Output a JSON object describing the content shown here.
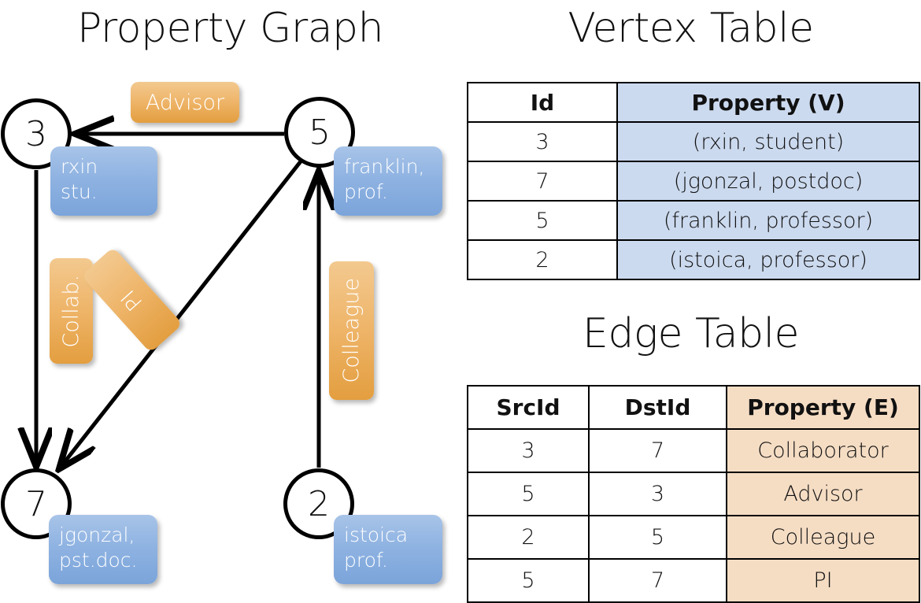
{
  "panels": {
    "graph_title": "Property Graph",
    "vertex_title": "Vertex Table",
    "edge_title": "Edge Table"
  },
  "graph": {
    "nodes": [
      {
        "id": "3",
        "property_line1": "rxin",
        "property_line2": "stu."
      },
      {
        "id": "5",
        "property_line1": "franklin,",
        "property_line2": "prof."
      },
      {
        "id": "7",
        "property_line1": "jgonzal,",
        "property_line2": "pst.doc."
      },
      {
        "id": "2",
        "property_line1": "istoica",
        "property_line2": "prof."
      }
    ],
    "edge_labels": {
      "advisor": "Advisor",
      "collab": "Collab.",
      "pi": "PI",
      "colleague": "Colleague"
    },
    "edges": [
      {
        "from": "5",
        "to": "3",
        "label": "Advisor"
      },
      {
        "from": "3",
        "to": "7",
        "label": "Collab."
      },
      {
        "from": "5",
        "to": "7",
        "label": "PI"
      },
      {
        "from": "2",
        "to": "5",
        "label": "Colleague"
      }
    ]
  },
  "vertex_table": {
    "headers": [
      "Id",
      "Property (V)"
    ],
    "rows": [
      {
        "id": "3",
        "property": "(rxin, student)"
      },
      {
        "id": "7",
        "property": "(jgonzal, postdoc)"
      },
      {
        "id": "5",
        "property": "(franklin, professor)"
      },
      {
        "id": "2",
        "property": "(istoica, professor)"
      }
    ]
  },
  "edge_table": {
    "headers": [
      "SrcId",
      "DstId",
      "Property (E)"
    ],
    "rows": [
      {
        "src": "3",
        "dst": "7",
        "property": "Collaborator"
      },
      {
        "src": "5",
        "dst": "3",
        "property": "Advisor"
      },
      {
        "src": "2",
        "dst": "5",
        "property": "Colleague"
      },
      {
        "src": "5",
        "dst": "7",
        "property": "PI"
      }
    ]
  },
  "colors": {
    "vertex_property_fill": "#ccdaef",
    "edge_property_fill": "#f5ddc4",
    "node_chip_blue": "#8fb3e2",
    "edge_chip_orange": "#eeb468",
    "stroke": "#000000"
  }
}
